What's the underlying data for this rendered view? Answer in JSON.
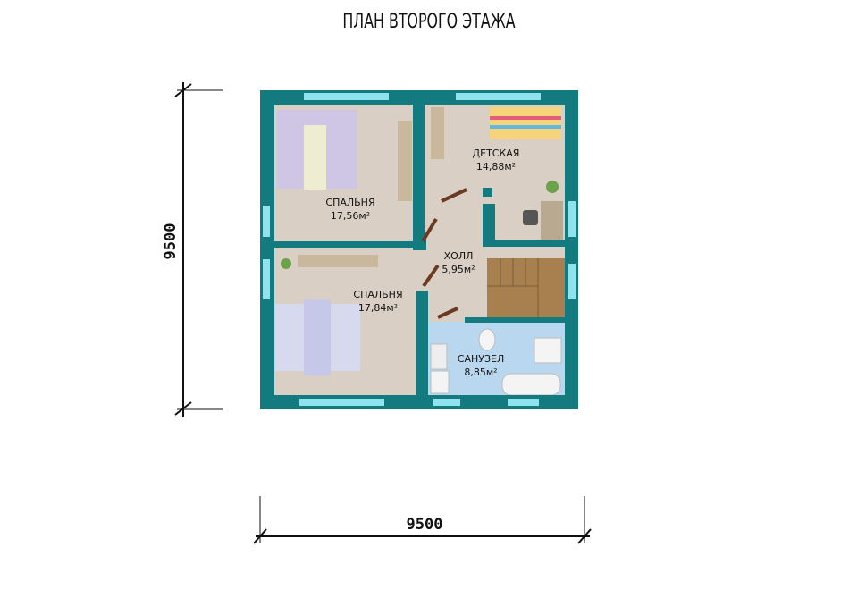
{
  "title": "ПЛАН ВТОРОГО ЭТАЖА",
  "dimensions": {
    "height": "9500",
    "width": "9500"
  },
  "rooms": [
    {
      "name": "СПАЛЬНЯ",
      "area": "17,56м²"
    },
    {
      "name": "ДЕТСКАЯ",
      "area": "14,88м²"
    },
    {
      "name": "ХОЛЛ",
      "area": "5,95м²"
    },
    {
      "name": "СПАЛЬНЯ",
      "area": "17,84м²"
    },
    {
      "name": "САНУЗЕЛ",
      "area": "8,85м²"
    }
  ],
  "colors": {
    "wall": "#137a80",
    "floor": "#d9cfc4",
    "window": "#8fe3ef",
    "tile": "#b9d8f0",
    "stairs": "#a8804f"
  }
}
